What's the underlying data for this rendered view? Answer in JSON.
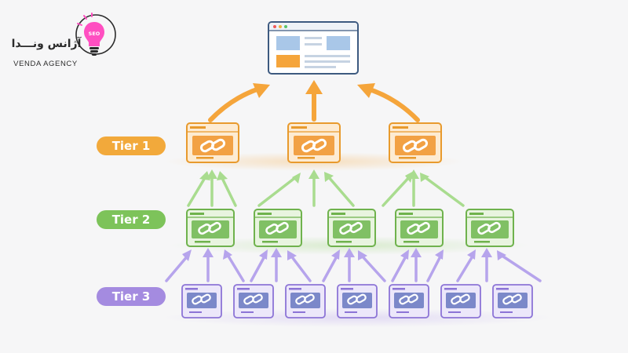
{
  "brand": {
    "name_fa": "آژانس ونـــدا",
    "name_en": "VENDA AGENCY",
    "bulb_text": "SEO",
    "icon": "lightbulb-icon"
  },
  "tiers": [
    {
      "label": "Tier 1",
      "color": "#f2a93b",
      "pages": 3
    },
    {
      "label": "Tier 2",
      "color": "#7dc35a",
      "pages": 5
    },
    {
      "label": "Tier 3",
      "color": "#a48be0",
      "pages": 7
    }
  ],
  "colors": {
    "background": "#f6f6f7",
    "target_frame": "#3d5a80",
    "tier1": "#f2a93b",
    "tier2": "#7dc35a",
    "tier3": "#a48be0",
    "logo_bulb": "#ff4fc1"
  },
  "icons": {
    "target": "website-page-icon",
    "page": "chain-link-icon",
    "arrow": "arrow-up-icon"
  }
}
